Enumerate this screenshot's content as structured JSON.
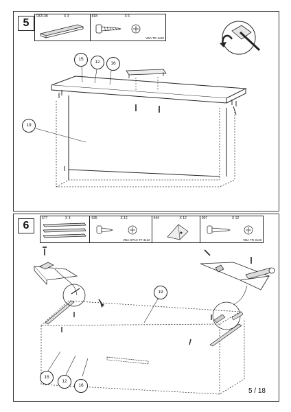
{
  "step5": {
    "number": "5",
    "parts": [
      {
        "code": "032138",
        "qty": "X 3",
        "name": ""
      },
      {
        "code": "818",
        "qty": "X 6",
        "name": "VBA TR 4x25"
      }
    ],
    "callouts": [
      "15",
      "12",
      "16",
      "19"
    ]
  },
  "step6": {
    "number": "6",
    "parts": [
      {
        "code": "677",
        "qty": "X 3",
        "name": ""
      },
      {
        "code": "935",
        "qty": "X 12",
        "name": "VBA SPAX TF 3x12"
      },
      {
        "code": "444",
        "qty": "X 12",
        "name": ""
      },
      {
        "code": "907",
        "qty": "X 12",
        "name": "VBA TR 3x18"
      }
    ],
    "callouts": [
      "19",
      "15",
      "12",
      "16"
    ]
  },
  "page": {
    "number": "5 / 18"
  }
}
